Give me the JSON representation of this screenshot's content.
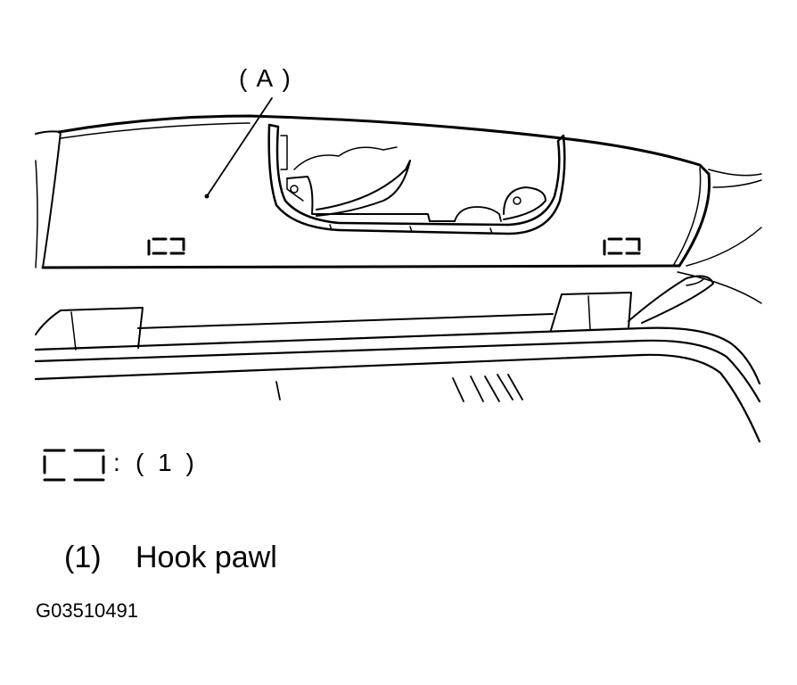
{
  "callout": {
    "label": "( A )"
  },
  "legend": {
    "symbol": "hook-pawl-dashed-box",
    "separator": ":",
    "ref": "( 1 )"
  },
  "caption": {
    "number": "(1)",
    "text": "Hook pawl"
  },
  "figure_code": "G03510491"
}
